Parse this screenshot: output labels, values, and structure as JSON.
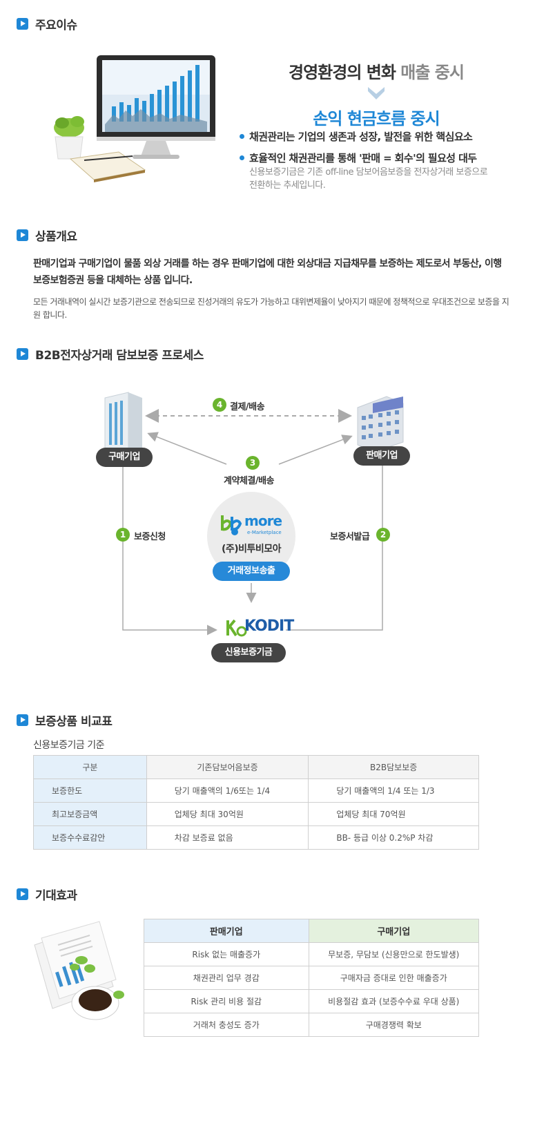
{
  "sections": {
    "issues": {
      "title": "주요이슈"
    },
    "overview": {
      "title": "상품개요"
    },
    "process": {
      "title": "B2B전자상거래 담보보증 프로세스"
    },
    "compare": {
      "title": "보증상품 비교표"
    },
    "effects": {
      "title": "기대효과"
    }
  },
  "issues": {
    "line1_a": "경영환경의 변화 ",
    "line1_b": "매출 중시",
    "line2": "손익 현금흐름 중시",
    "bullets": [
      "채권관리는 기업의 생존과 성장, 발전을 위한 핵심요소",
      "효율적인 채권관리를 통해 '판매 = 회수'의 필요성 대두"
    ],
    "note": "신용보증기금은 기존 off-line 담보어음보증을 전자상거래 보증으로 전환하는 추세입니다."
  },
  "overview": {
    "strong": "판매기업과 구매기업이 물품 외상 거래를 하는 경우 판매기업에 대한 외상대금 지급채무를 보증하는 제도로서 부동산, 이행보증보험증권 등을 대체하는 상품 입니다.",
    "normal": "모든 거래내역이 실시간 보증기관으로 전송되므로 진성거래의 유도가 가능하고 대위변제율이 낮아지기 때문에 정책적으로 우대조건으로 보증을 지원 합니다."
  },
  "process": {
    "buyer": "구매기업",
    "seller": "판매기업",
    "step1_num": "1",
    "step1": "보증신청",
    "step2_num": "2",
    "step2": "보증서발급",
    "step3_num": "3",
    "step3": "계약체결/배송",
    "step4_num": "4",
    "step4": "결제/배송",
    "logo_b2more": "more",
    "logo_b2more_sub": "e-Marketplace",
    "company": "(주)비투비모아",
    "transfer": "거래정보송출",
    "kodit_logo": "KODIT",
    "kodit": "신용보증기금"
  },
  "compare": {
    "caption": "신용보증기금 기준",
    "headers": [
      "구분",
      "기존담보어음보증",
      "B2B담보보증"
    ],
    "rows": [
      [
        "보증한도",
        "당기 매출액의 1/6또는 1/4",
        "당기 매출액의 1/4 또는 1/3"
      ],
      [
        "최고보증금액",
        "업체당 최대 30억원",
        "업체당 최대 70억원"
      ],
      [
        "보증수수료감안",
        "차감 보증료 없음",
        "BB- 등급 이상 0.2%P 차감"
      ]
    ]
  },
  "effects": {
    "headers": [
      "판매기업",
      "구매기업"
    ],
    "rows": [
      [
        "Risk 없는 매출증가",
        "무보증, 무담보 (신용만으로 한도발생)"
      ],
      [
        "채권관리 업무 경감",
        "구매자금 증대로 인한 매출증가"
      ],
      [
        "Risk 관리 비용 절감",
        "비용절감 효과 (보증수수료 우대 상품)"
      ],
      [
        "거래처 충성도 증가",
        "구매경쟁력 확보"
      ]
    ]
  },
  "colors": {
    "accent": "#1e87d6",
    "green": "#6ab42d",
    "pill": "#444444"
  }
}
